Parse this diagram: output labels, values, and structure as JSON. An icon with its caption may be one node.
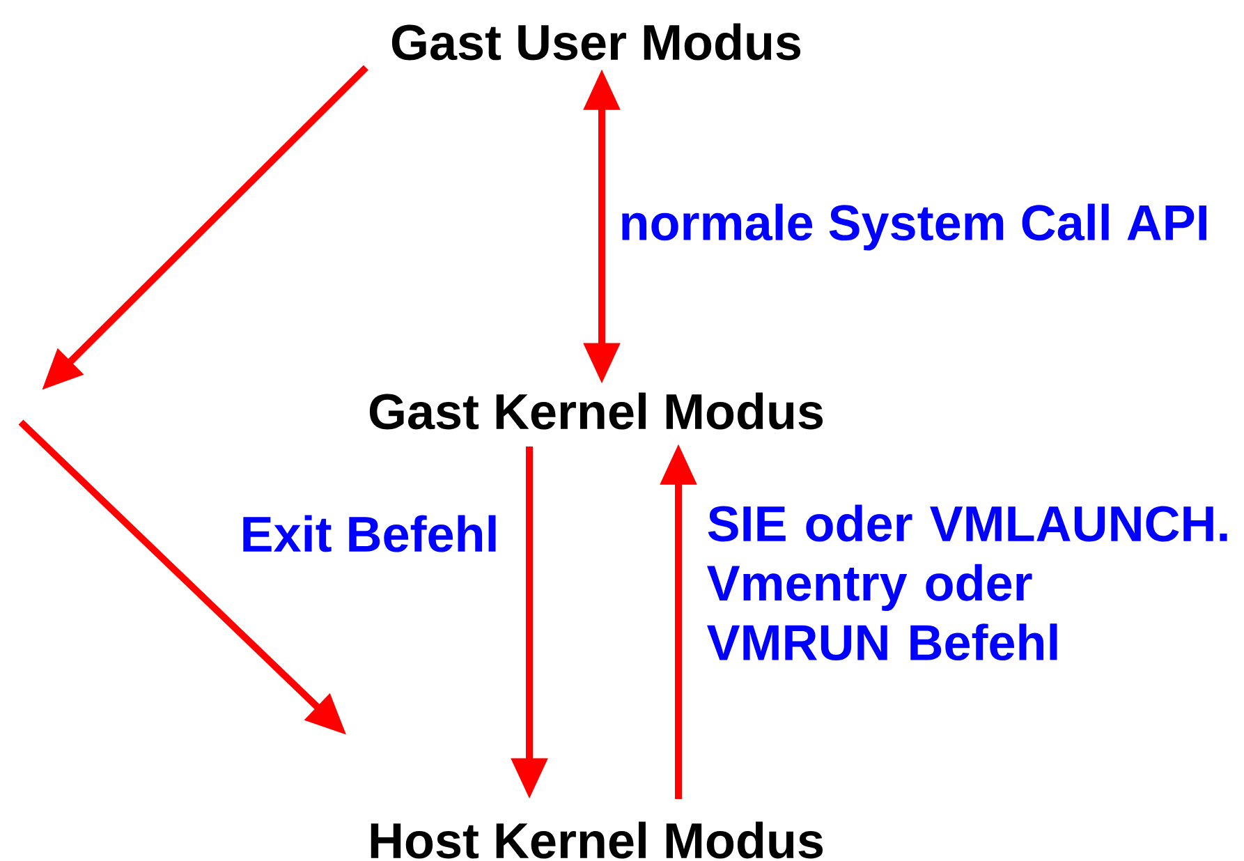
{
  "diagram": {
    "nodes": [
      {
        "text": [
          "Gast User Modus"
        ]
      },
      {
        "text": [
          "Gast Kernel Modus"
        ]
      },
      {
        "text": [
          "Host Kernel Modus"
        ]
      }
    ],
    "edges": [
      {
        "from": 0,
        "to": 1,
        "arrow": "both",
        "label": "normale System Call API"
      },
      {
        "from": 1,
        "to": 2,
        "arrow": "to",
        "label": "Exit Befehl"
      },
      {
        "from": 2,
        "to": 1,
        "arrow": "to",
        "label": "SIE oder VMLAUNCH. Vmentry oder VMRUN Befehl"
      },
      {
        "from": 0,
        "to": null,
        "arrow": "to"
      },
      {
        "from": null,
        "to": 2,
        "arrow": "to"
      }
    ]
  }
}
